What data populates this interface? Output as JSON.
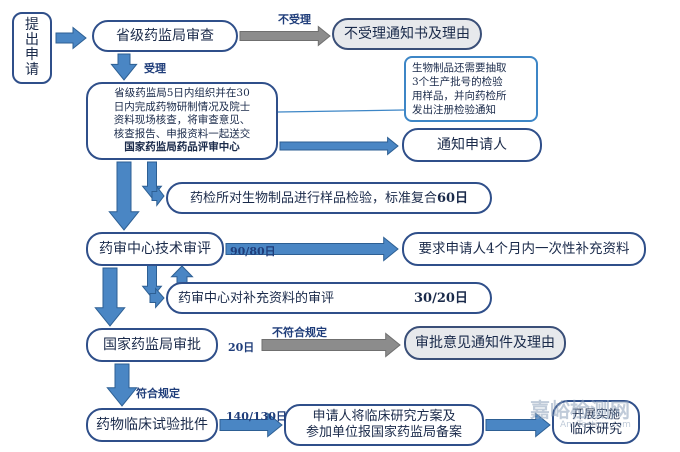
{
  "colors": {
    "arrow_fill": "#4a86c4",
    "arrow_grey": "#8c8c8c",
    "box_border": "#2f4f8a",
    "grey_box": "#e7e9ec",
    "callout_border": "#3d86c6"
  },
  "nodes": {
    "apply": "提\n出\n申\n请",
    "province_review": "省级药监局审查",
    "not_accept_notice": "不受理通知书及理由",
    "province_5day": "省级药监局5日内组织并在30\n日内完成药物研制情况及院士\n资料现场核查，将审查意见、\n核查报告、申报资料一起送交",
    "province_5day_dest": "国家药监局药品评审中心",
    "notify_applicant": "通知申请人",
    "drug_test": "药检所对生物制品进行样品检验，标准复合",
    "drug_test_days": "60日",
    "cde_review": "药审中心技术审评",
    "supplement_request": "要求申请人4个月内一次性补充资料",
    "supplement_review": "药审中心对补充资料的审评",
    "supplement_days": "30/20日",
    "nmpa_approval": "国家药监局审批",
    "rejection_notice": "审批意见通知件及理由",
    "clinical_approval": "药物临床试验批件",
    "applicant_filing": "申请人将临床研究方案及\n参加单位报国家药监局备案",
    "clinical_study": "临床研究"
  },
  "callout": "生物制品还需要抽取\n3个生产批号的检验\n用样品，并向药检所\n发出注册检验通知",
  "labels": {
    "not_accepted": "不受理",
    "accepted": "受理",
    "review_days": "90/80日",
    "approval_days": "20日",
    "not_compliant": "不符合规定",
    "compliant": "符合规定",
    "filing_days": "140/130日"
  },
  "watermark": {
    "main": "嘉峪检测网",
    "sub": "AnyTesting.com",
    "overlay": "开展实施"
  }
}
